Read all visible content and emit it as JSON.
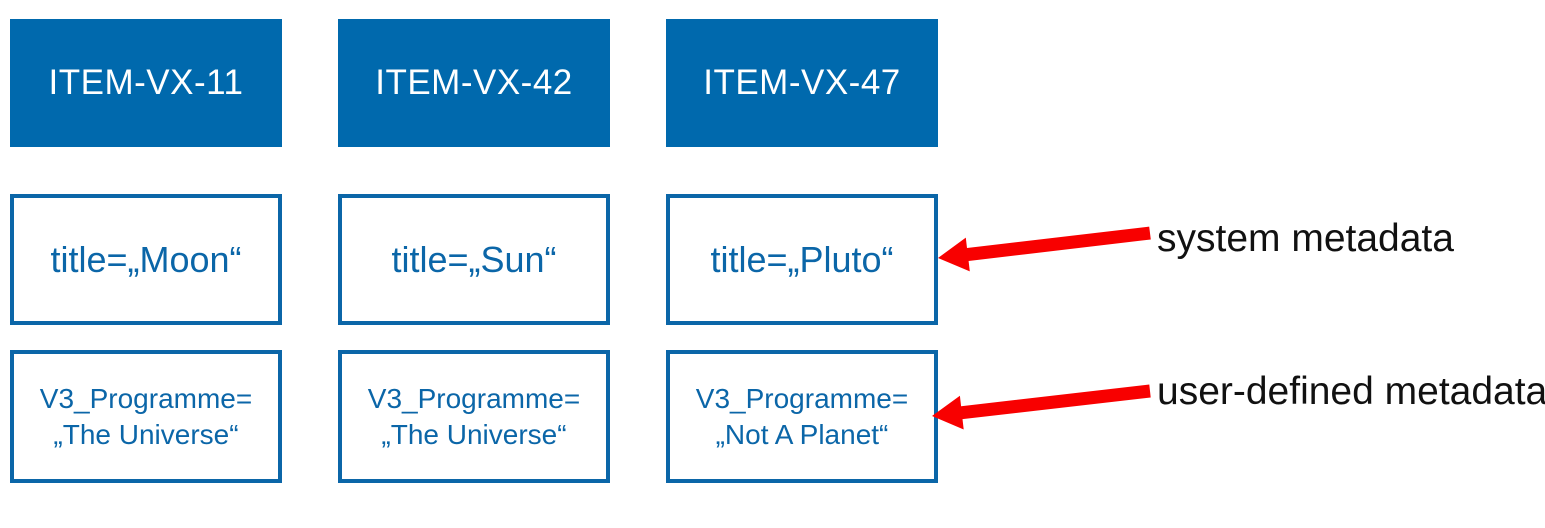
{
  "colors": {
    "blue_fill": "#0069AD",
    "blue_line": "#0B66A8",
    "red_arrow": "#F80000",
    "black_text": "#111111"
  },
  "columns": [
    {
      "id": "ITEM-VX-11",
      "system_metadata": "title=„Moon“",
      "user_metadata_line1": "V3_Programme=",
      "user_metadata_line2": "„The Universe“"
    },
    {
      "id": "ITEM-VX-42",
      "system_metadata": "title=„Sun“",
      "user_metadata_line1": "V3_Programme=",
      "user_metadata_line2": "„The Universe“"
    },
    {
      "id": "ITEM-VX-47",
      "system_metadata": "title=„Pluto“",
      "user_metadata_line1": "V3_Programme=",
      "user_metadata_line2": "„Not A Planet“"
    }
  ],
  "annotations": {
    "system_label": "system metadata",
    "user_label": "user-defined metadata"
  }
}
